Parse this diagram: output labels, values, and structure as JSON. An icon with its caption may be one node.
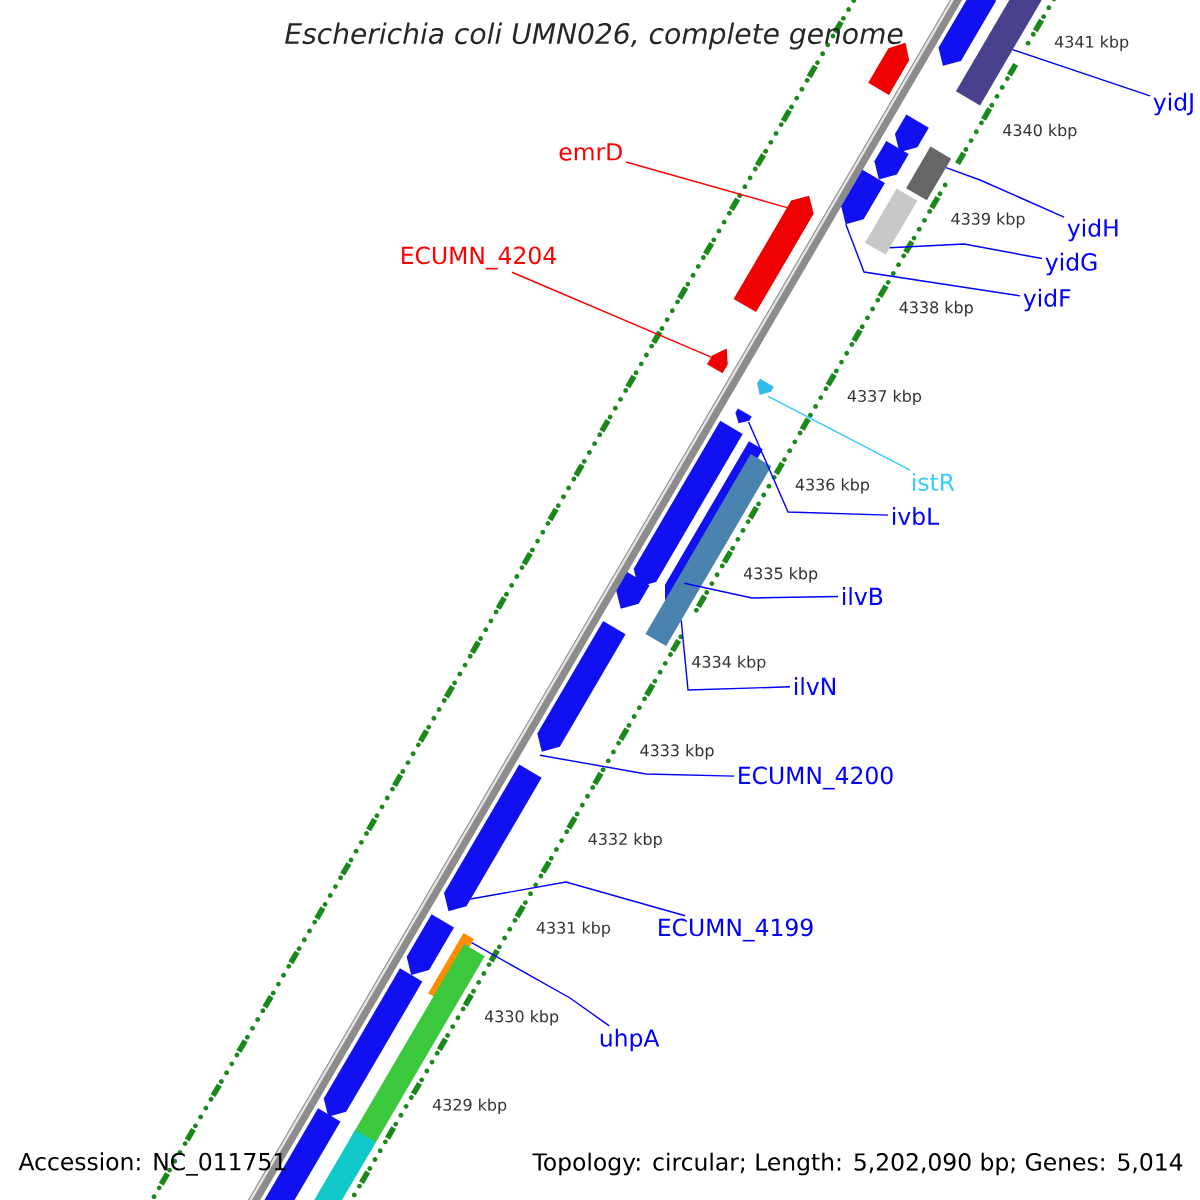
{
  "diagram": {
    "title": "Escherichia coli UMN026, complete genome",
    "nodes": [
      {
        "text": [
          "yidJ"
        ]
      },
      {
        "text": [
          "emrD"
        ]
      },
      {
        "text": [
          "yidH"
        ]
      },
      {
        "text": [
          "ECUMN_4204"
        ]
      },
      {
        "text": [
          "yidG"
        ]
      },
      {
        "text": [
          "yidF"
        ]
      },
      {
        "text": [
          "istR"
        ]
      },
      {
        "text": [
          "ivbL"
        ]
      },
      {
        "text": [
          "ilvB"
        ]
      },
      {
        "text": [
          "ilvN"
        ]
      },
      {
        "text": [
          "ECUMN_4200"
        ]
      },
      {
        "text": [
          "ECUMN_4199"
        ]
      },
      {
        "text": [
          "uhpA"
        ]
      },
      {
        "text": [],
        "shape": "pentagon"
      },
      {
        "text": [],
        "shape": "bar"
      },
      {
        "text": [],
        "shape": "pentagon"
      },
      {
        "text": [],
        "shape": "pentagon"
      },
      {
        "text": [],
        "shape": "pentagon"
      },
      {
        "text": [],
        "shape": "bar"
      },
      {
        "text": [],
        "shape": "pentagon"
      },
      {
        "text": [],
        "shape": "bar"
      },
      {
        "text": [],
        "shape": "pentagon"
      },
      {
        "text": [],
        "shape": "pentagon"
      },
      {
        "text": [],
        "shape": "pentagon"
      },
      {
        "text": [],
        "shape": "pentagon"
      },
      {
        "text": [],
        "shape": "pentagon"
      },
      {
        "text": [],
        "shape": "pentagon"
      },
      {
        "text": [],
        "shape": "bar"
      },
      {
        "text": [],
        "shape": "pentagon"
      },
      {
        "text": [],
        "shape": "pentagon"
      },
      {
        "text": [],
        "shape": "pentagon"
      },
      {
        "text": [],
        "shape": "pentagon"
      },
      {
        "text": [],
        "shape": "bar"
      },
      {
        "text": [],
        "shape": "bar"
      },
      {
        "text": [],
        "shape": "pentagon"
      },
      {
        "text": [],
        "shape": "pentagon"
      },
      {
        "text": [],
        "shape": "bar"
      }
    ],
    "edges": [
      {
        "from": 0,
        "to": 14,
        "arrow": "none"
      },
      {
        "from": 1,
        "to": 21,
        "arrow": "none",
        "color": "#ff0000"
      },
      {
        "from": 2,
        "to": 18,
        "arrow": "none"
      },
      {
        "from": 3,
        "to": 22,
        "arrow": "none",
        "color": "#ff0000"
      },
      {
        "from": 4,
        "to": 20,
        "arrow": "none"
      },
      {
        "from": 5,
        "to": 19,
        "arrow": "none"
      },
      {
        "from": 6,
        "to": 23,
        "arrow": "none",
        "color": "#33ccff"
      },
      {
        "from": 7,
        "to": 24,
        "arrow": "none"
      },
      {
        "from": 8,
        "to": 26,
        "arrow": "none"
      },
      {
        "from": 9,
        "to": 27,
        "arrow": "none"
      },
      {
        "from": 10,
        "to": 29,
        "arrow": "none"
      },
      {
        "from": 11,
        "to": 30,
        "arrow": "none"
      },
      {
        "from": 12,
        "to": 32,
        "arrow": "none"
      }
    ],
    "labels": [
      "4341 kbp",
      "4340 kbp",
      "4339 kbp",
      "4338 kbp",
      "4337 kbp",
      "4336 kbp",
      "4335 kbp",
      "4334 kbp",
      "4333 kbp",
      "4332 kbp",
      "4331 kbp",
      "4330 kbp",
      "4329 kbp",
      "Accession: NC_011751",
      "Topology: circular; Length: 5,202,090 bp; Genes: 5,014"
    ]
  }
}
